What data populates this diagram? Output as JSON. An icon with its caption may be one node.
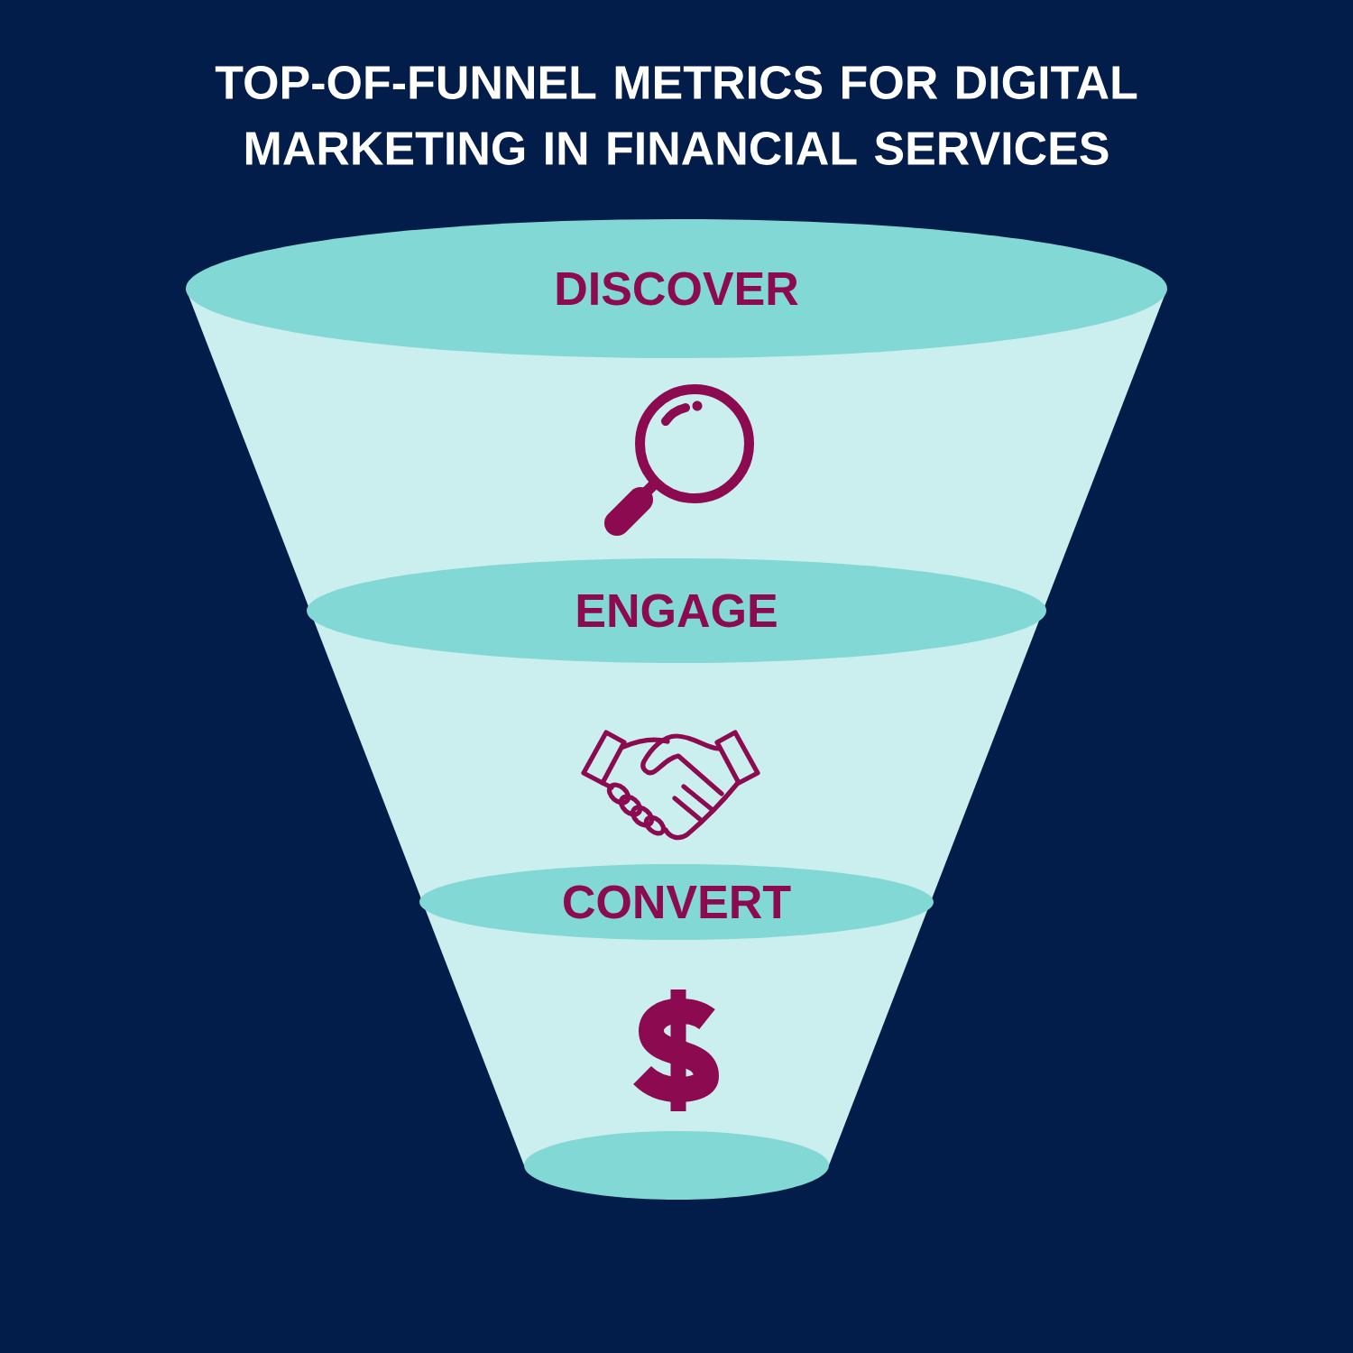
{
  "diagram": {
    "title": "TOP-OF-FUNNEL METRICS FOR DIGITAL MARKETING IN FINANCIAL SERVICES",
    "nodes": [
      {
        "text": [
          "DISCOVER"
        ]
      },
      {
        "text": [
          "ENGAGE"
        ]
      },
      {
        "text": [
          "CONVERT"
        ]
      },
      {
        "text": [],
        "shape": "ellipse"
      }
    ]
  }
}
